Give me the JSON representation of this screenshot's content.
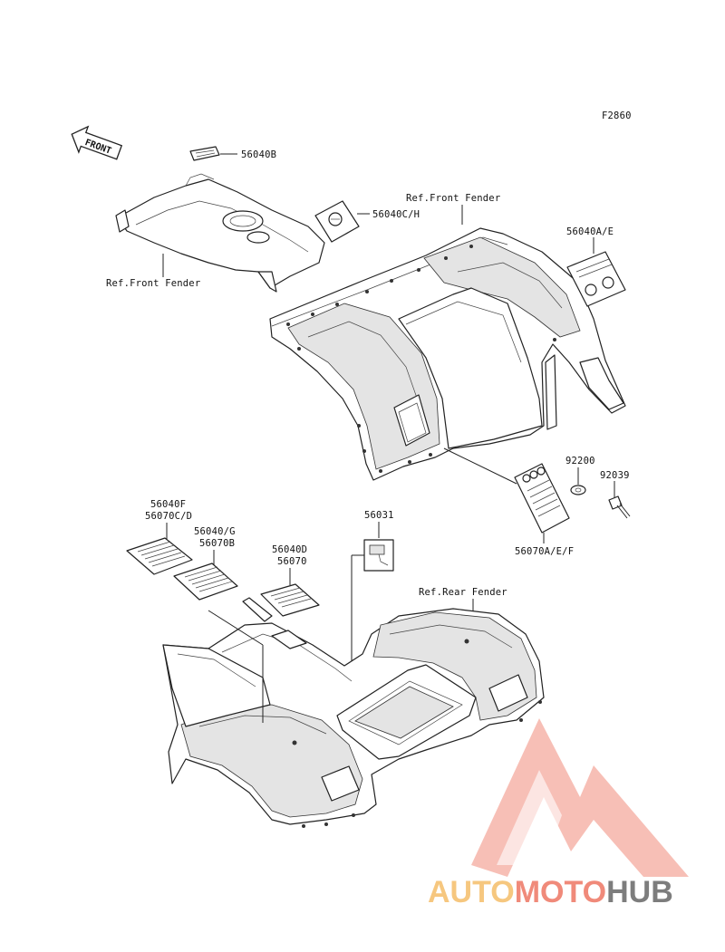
{
  "figure_code": "F2860",
  "front_arrow_label": "FRONT",
  "labels": {
    "p56040B": "56040B",
    "p56040CH": "56040C/H",
    "ref_front_fender_top": "Ref.Front Fender",
    "ref_front_fender_left": "Ref.Front Fender",
    "p56040AE": "56040A/E",
    "p92200": "92200",
    "p92039": "92039",
    "p56070AEF": "56070A/E/F",
    "p56040F": "56040F",
    "p56070CD": "56070C/D",
    "p56040G": "56040/G",
    "p56070B": "56070B",
    "p56031": "56031",
    "p56040D": "56040D",
    "p56070": "56070",
    "ref_rear_fender": "Ref.Rear Fender"
  },
  "watermark": {
    "part1": "AUTO",
    "part2": "MOTO",
    "part3": "HUB",
    "color_light": "#f6c77f",
    "color_mid": "#f08a7a",
    "color_dark": "#7d7d7d"
  }
}
